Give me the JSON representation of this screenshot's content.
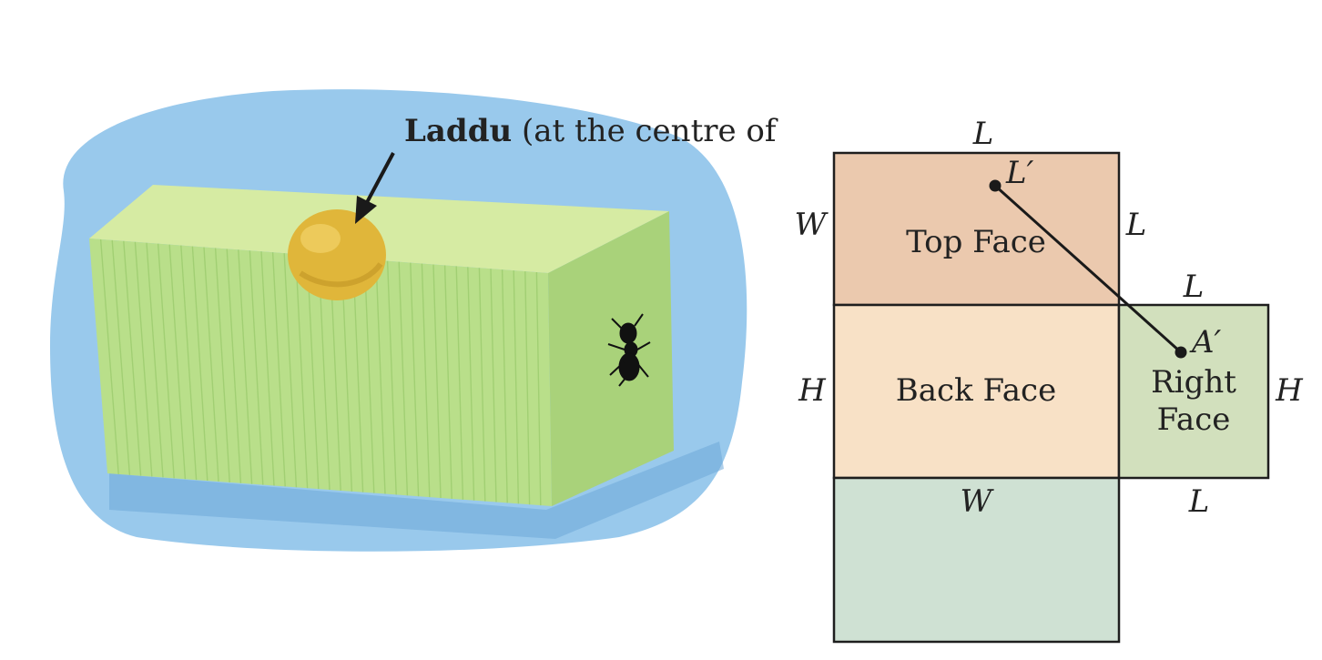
{
  "illustration": {
    "callout_bold": "Laddu",
    "callout_rest": " (at the centre of",
    "colors": {
      "backdrop": "#8ec3ea",
      "box_front": "#b9df8a",
      "box_top": "#d6eba3",
      "box_side": "#a9d27a",
      "laddu": "#e0b63a",
      "ant": "#111111"
    }
  },
  "net": {
    "faces": {
      "top": "Top Face",
      "back": "Back Face",
      "right_line1": "Right",
      "right_line2": "Face"
    },
    "edge_labels": {
      "top_edge": "L",
      "top_left": "W",
      "top_right": "L",
      "right_top": "L",
      "back_left": "H",
      "right_right": "H",
      "bottom_top": "W",
      "right_bottom": "L"
    },
    "points": {
      "start": "L′",
      "end": "A′"
    },
    "colors": {
      "top": "#ebc9ae",
      "back": "#f8e1c6",
      "right": "#d2e0bd",
      "bottom": "#cfe1d3",
      "stroke": "#1e1e1e"
    }
  }
}
